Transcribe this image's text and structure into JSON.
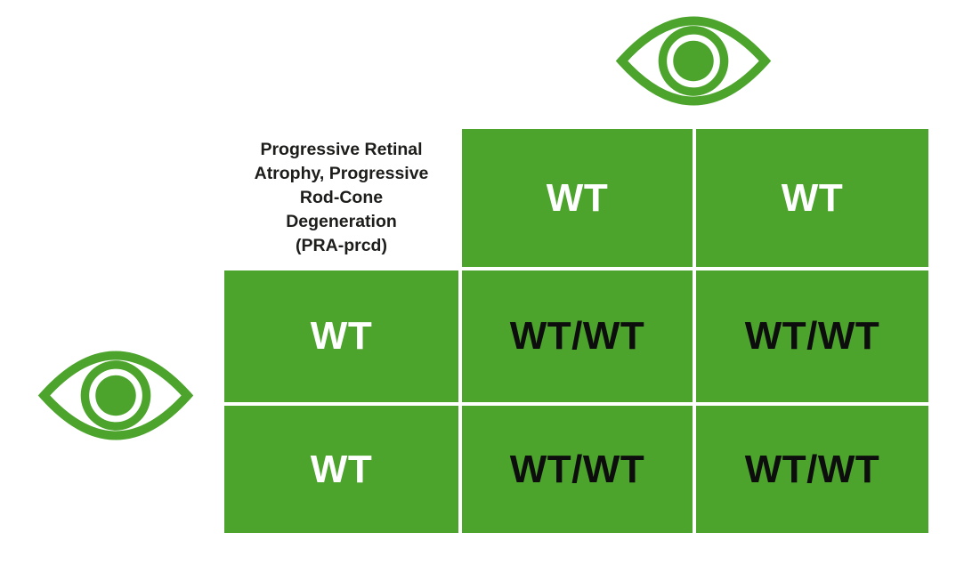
{
  "colors": {
    "green": "#4CA42C",
    "background": "#ffffff",
    "header_text": "#1d1d1b",
    "light_text": "#ffffff",
    "result_text": "#0d0d0d"
  },
  "icons": {
    "top_parent": "eye-icon",
    "left_parent": "eye-icon"
  },
  "table": {
    "condition_label": {
      "lines": [
        "Progressive Retinal",
        "Atrophy, Progressive",
        "Rod-Cone",
        "Degeneration",
        "(PRA-prcd)"
      ]
    },
    "top_alleles": [
      "WT",
      "WT"
    ],
    "left_alleles": [
      "WT",
      "WT"
    ],
    "offspring": [
      [
        "WT/WT",
        "WT/WT"
      ],
      [
        "WT/WT",
        "WT/WT"
      ]
    ]
  }
}
